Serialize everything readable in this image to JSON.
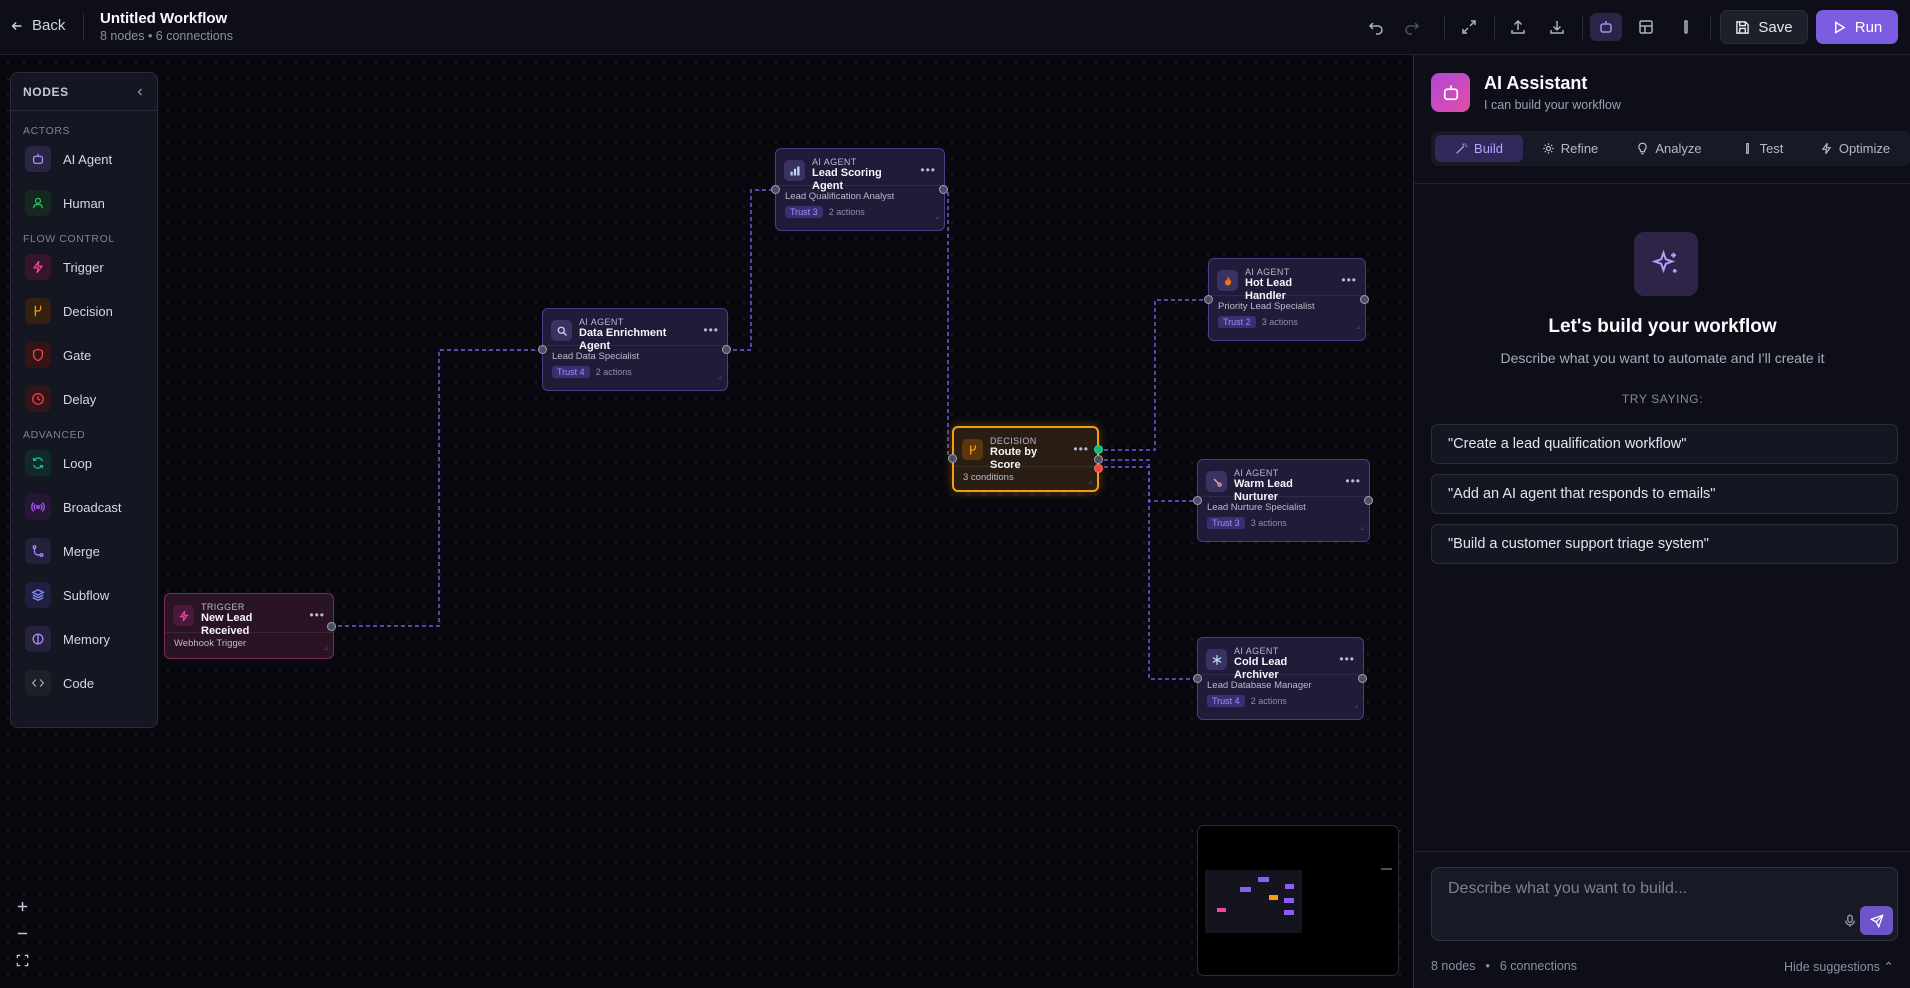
{
  "header": {
    "back_label": "Back",
    "title": "Untitled Workflow",
    "subtitle": "8 nodes • 6 connections",
    "save_label": "Save",
    "run_label": "Run"
  },
  "palette": {
    "title": "NODES",
    "sections": [
      {
        "label": "ACTORS",
        "items": [
          {
            "label": "AI Agent",
            "icon": "robot-icon",
            "color": "#7c5ce0"
          },
          {
            "label": "Human",
            "icon": "user-icon",
            "color": "#22c55e"
          }
        ]
      },
      {
        "label": "FLOW CONTROL",
        "items": [
          {
            "label": "Trigger",
            "icon": "bolt-icon",
            "color": "#ec4899"
          },
          {
            "label": "Decision",
            "icon": "branch-icon",
            "color": "#f59e0b"
          },
          {
            "label": "Gate",
            "icon": "shield-icon",
            "color": "#ef4444"
          },
          {
            "label": "Delay",
            "icon": "clock-icon",
            "color": "#ef4444"
          }
        ]
      },
      {
        "label": "ADVANCED",
        "items": [
          {
            "label": "Loop",
            "icon": "refresh-icon",
            "color": "#14b8a6"
          },
          {
            "label": "Broadcast",
            "icon": "broadcast-icon",
            "color": "#a855f7"
          },
          {
            "label": "Merge",
            "icon": "merge-icon",
            "color": "#7c5ce0"
          },
          {
            "label": "Subflow",
            "icon": "layers-icon",
            "color": "#6366f1"
          },
          {
            "label": "Memory",
            "icon": "memory-icon",
            "color": "#8b5cf6"
          },
          {
            "label": "Code",
            "icon": "code-icon",
            "color": "#9ca3af"
          }
        ]
      }
    ]
  },
  "nodes": {
    "trigger": {
      "type": "TRIGGER",
      "name": "New Lead Received",
      "desc": "Webhook Trigger"
    },
    "enrich": {
      "type": "AI AGENT",
      "name": "Data Enrichment Agent",
      "desc": "Lead Data Specialist",
      "trust": "Trust 4",
      "actions": "2 actions"
    },
    "scoring": {
      "type": "AI AGENT",
      "name": "Lead Scoring Agent",
      "desc": "Lead Qualification Analyst",
      "trust": "Trust 3",
      "actions": "2 actions"
    },
    "decision": {
      "type": "DECISION",
      "name": "Route by Score",
      "desc": "3 conditions"
    },
    "hot": {
      "type": "AI AGENT",
      "name": "Hot Lead Handler",
      "desc": "Priority Lead Specialist",
      "trust": "Trust 2",
      "actions": "3 actions"
    },
    "warm": {
      "type": "AI AGENT",
      "name": "Warm Lead Nurturer",
      "desc": "Lead Nurture Specialist",
      "trust": "Trust 3",
      "actions": "3 actions"
    },
    "cold": {
      "type": "AI AGENT",
      "name": "Cold Lead Archiver",
      "desc": "Lead Database Manager",
      "trust": "Trust 4",
      "actions": "2 actions"
    }
  },
  "assistant": {
    "title": "AI Assistant",
    "subtitle": "I can build your workflow",
    "tabs": [
      "Build",
      "Refine",
      "Analyze",
      "Test",
      "Optimize"
    ],
    "active_tab": "Build",
    "heading": "Let's build your workflow",
    "description": "Describe what you want to automate and I'll create it",
    "try_label": "TRY SAYING:",
    "suggestions": [
      "\"Create a lead qualification workflow\"",
      "\"Add an AI agent that responds to emails\"",
      "\"Build a customer support triage system\""
    ],
    "input_placeholder": "Describe what you want to build...",
    "footer_nodes": "8 nodes",
    "footer_connections": "6 connections",
    "hide_suggestions": "Hide suggestions"
  },
  "colors": {
    "accent": "#7c5ce0",
    "decision": "#f59e0b",
    "trigger": "#ec4899"
  }
}
